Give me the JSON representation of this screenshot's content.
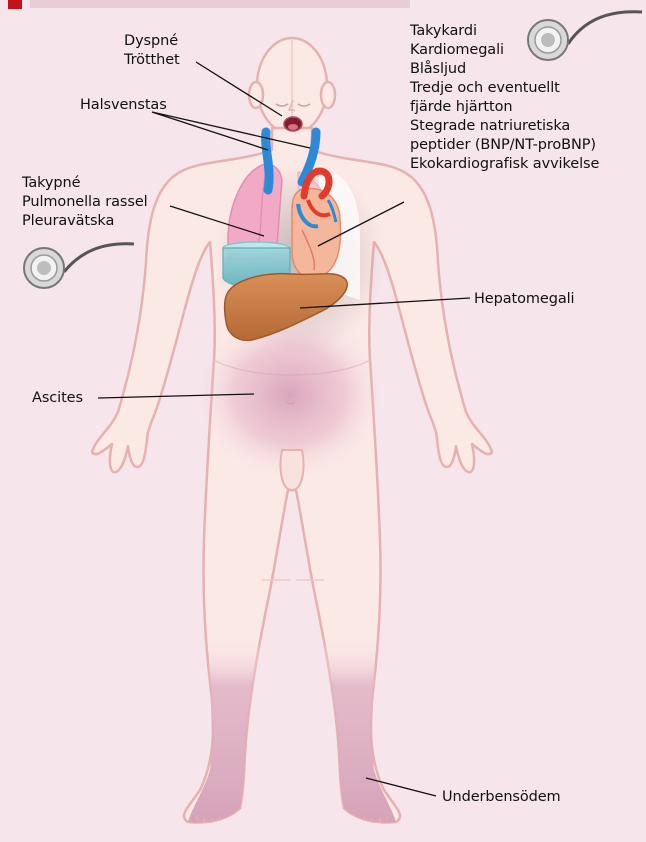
{
  "labels": {
    "head_symptoms": [
      "Dyspné",
      "Trötthet"
    ],
    "neck": "Halsvenstas",
    "lung": [
      "Takypné",
      "Pulmonella rassel",
      "Pleuravätska"
    ],
    "heart": [
      "Takykardi",
      "Kardiomegali",
      "Blåsljud",
      "Tredje och eventuellt",
      "fjärde hjärtton",
      "Stegrade natriuretiska",
      "peptider (BNP/NT-proBNP)",
      "Ekokardiografisk avvikelse"
    ],
    "liver": "Hepatomegali",
    "abdomen": "Ascites",
    "legs": "Underbensödem"
  },
  "icons": [
    "stethoscope-icon"
  ],
  "colors": {
    "background": "#f6e5ea",
    "skin": "#fbe9e6",
    "outline": "#e6b1b1",
    "lung": "#f2a9c6",
    "fluid": "#7fc3cc",
    "liver": "#c97b45",
    "vein": "#2e8ad6",
    "artery": "#e23b2c",
    "edema": "#d8a1b8",
    "title_accent": "#c4121a"
  }
}
